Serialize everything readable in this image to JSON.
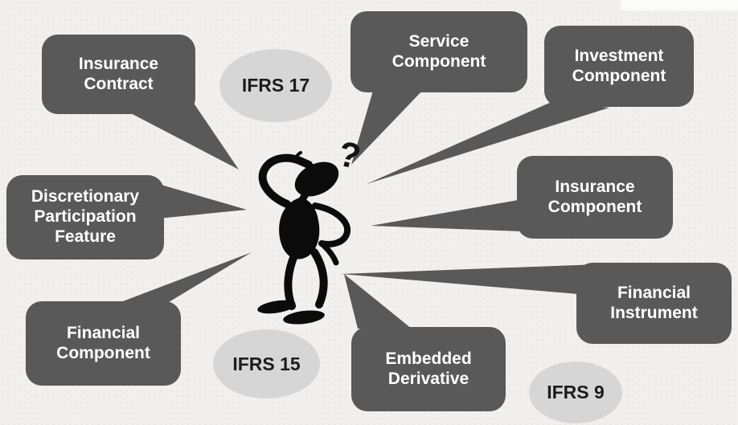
{
  "slide": {
    "bubble_color": "#595959",
    "bubble_text_color": "#ffffff",
    "oval_color": "#d6d6d6",
    "oval_text_color": "#1c1c1c",
    "figure_color": "#0b0b0b",
    "background_color": "#f1f0ee"
  },
  "bubbles": [
    {
      "id": "insurance-contract",
      "label": "Insurance\nContract"
    },
    {
      "id": "service-component",
      "label": "Service\nComponent"
    },
    {
      "id": "investment-component",
      "label": "Investment\nComponent"
    },
    {
      "id": "insurance-component",
      "label": "Insurance\nComponent"
    },
    {
      "id": "discretionary-participation-feature",
      "label": "Discretionary\nParticipation\nFeature"
    },
    {
      "id": "financial-component",
      "label": "Financial\nComponent"
    },
    {
      "id": "embedded-derivative",
      "label": "Embedded\nDerivative"
    },
    {
      "id": "financial-instrument",
      "label": "Financial\nInstrument"
    }
  ],
  "standards": [
    {
      "id": "ifrs-17",
      "label": "IFRS 17"
    },
    {
      "id": "ifrs-15",
      "label": "IFRS 15"
    },
    {
      "id": "ifrs-9",
      "label": "IFRS 9"
    }
  ],
  "figure": {
    "description": "confused person silhouette scratching head",
    "question_mark": "?"
  }
}
